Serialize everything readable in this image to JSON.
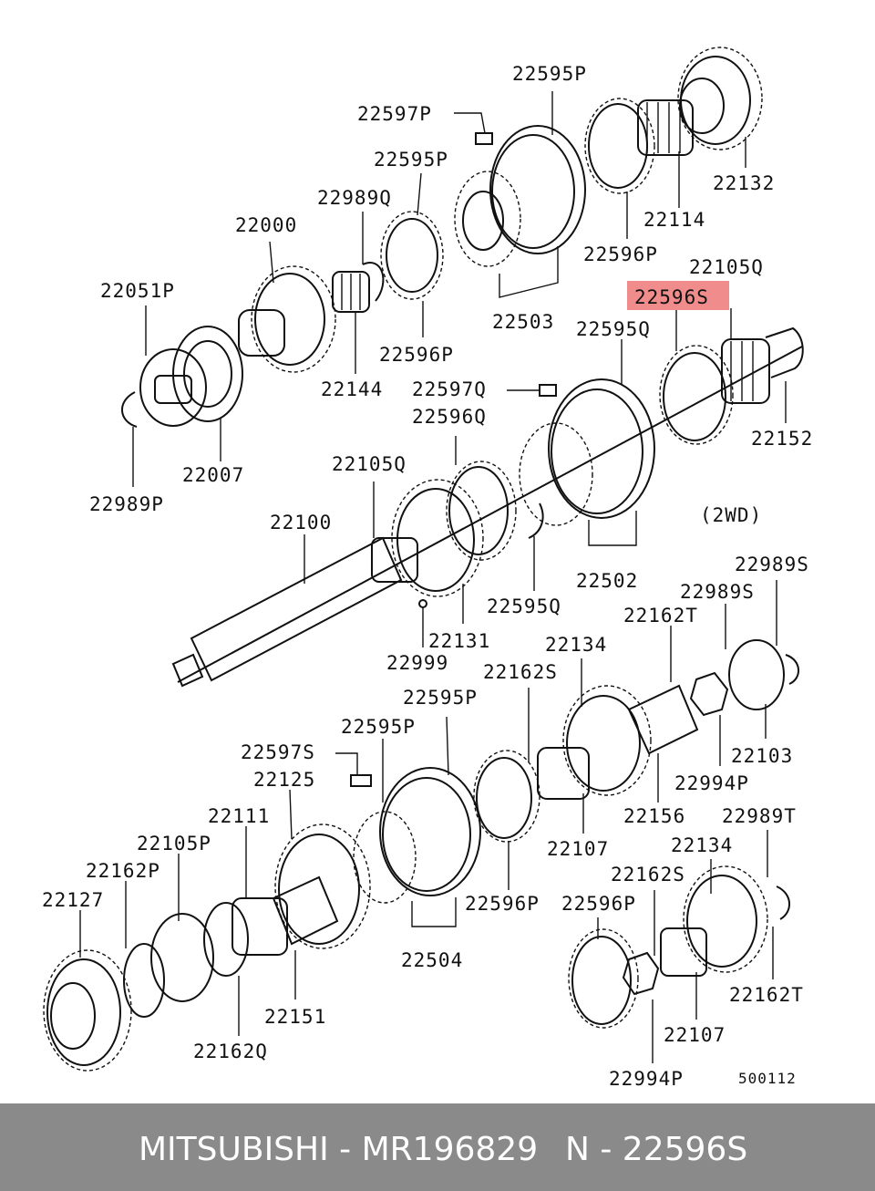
{
  "diagram": {
    "variant_note": "(2WD)",
    "figure_code": "500112",
    "highlight_label": "22596S",
    "labels": [
      "22595P",
      "22597P",
      "22595P",
      "22989Q",
      "22000",
      "22051P",
      "22144",
      "22596P",
      "22503",
      "22596P",
      "22114",
      "22132",
      "22105Q",
      "22596S",
      "22595Q",
      "22152",
      "22597Q",
      "22596Q",
      "22007",
      "22989P",
      "22105Q",
      "22100",
      "22131",
      "22999",
      "22595Q",
      "22502",
      "22989S",
      "22989S",
      "22162T",
      "22134",
      "22162S",
      "22595P",
      "22595P",
      "22597S",
      "22125",
      "22111",
      "22105P",
      "22162P",
      "22127",
      "22151",
      "22162Q",
      "22504",
      "22596P",
      "22107",
      "22156",
      "22103",
      "22994P",
      "22989T",
      "22134",
      "22162S",
      "22596P",
      "22107",
      "22162T",
      "22994P"
    ]
  },
  "footer": {
    "brand_part": "MITSUBISHI - MR196829",
    "ref_code": "N - 22596S"
  }
}
